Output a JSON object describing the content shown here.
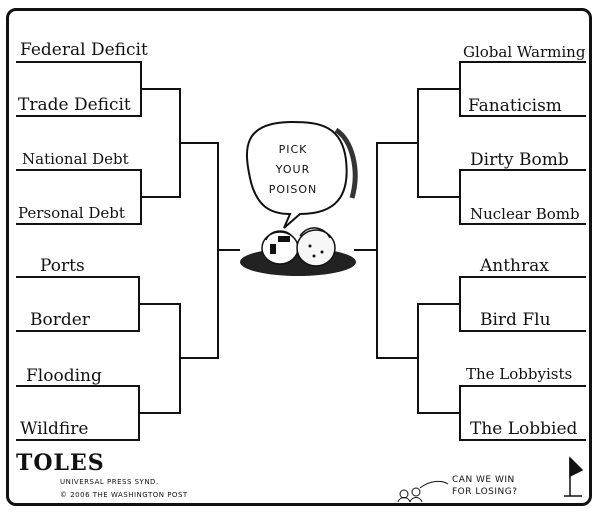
{
  "bubble": {
    "lines": [
      "PICK",
      "YOUR",
      "POISON"
    ]
  },
  "left_bracket": [
    "Federal Deficit",
    "Trade Deficit",
    "National Debt",
    "Personal Debt",
    "Ports",
    "Border",
    "Flooding",
    "Wildfire"
  ],
  "right_bracket": [
    "Global Warming",
    "Fanaticism",
    "Dirty Bomb",
    "Nuclear Bomb",
    "Anthrax",
    "Bird Flu",
    "The Lobbyists",
    "The Lobbied"
  ],
  "signature": "TOLES",
  "credit": {
    "line1": "UNIVERSAL PRESS SYND.",
    "line2": "© 2006 THE WASHINGTON POST"
  },
  "aside": {
    "lines": [
      "CAN WE WIN",
      "FOR LOSING?"
    ]
  }
}
